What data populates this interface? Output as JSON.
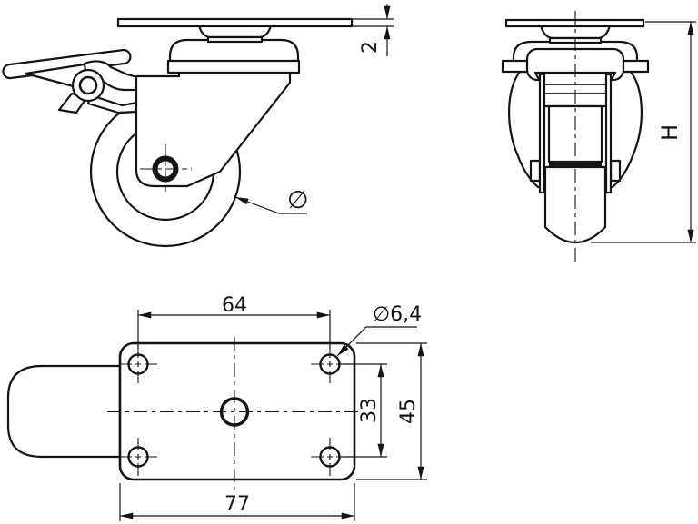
{
  "colors": {
    "line": "#141414",
    "background": "#ffffff"
  },
  "views": {
    "side": {
      "dimensions": {
        "plate_thickness": "2",
        "wheel_diameter_symbol": "∅"
      }
    },
    "front": {
      "dimensions": {
        "overall_height": "H"
      }
    },
    "bottom": {
      "dimensions": {
        "bolt_spacing_width": "64",
        "bolt_hole_diameter": "∅6,4",
        "bolt_spacing_depth": "33",
        "plate_depth": "45",
        "plate_width": "77"
      }
    }
  }
}
